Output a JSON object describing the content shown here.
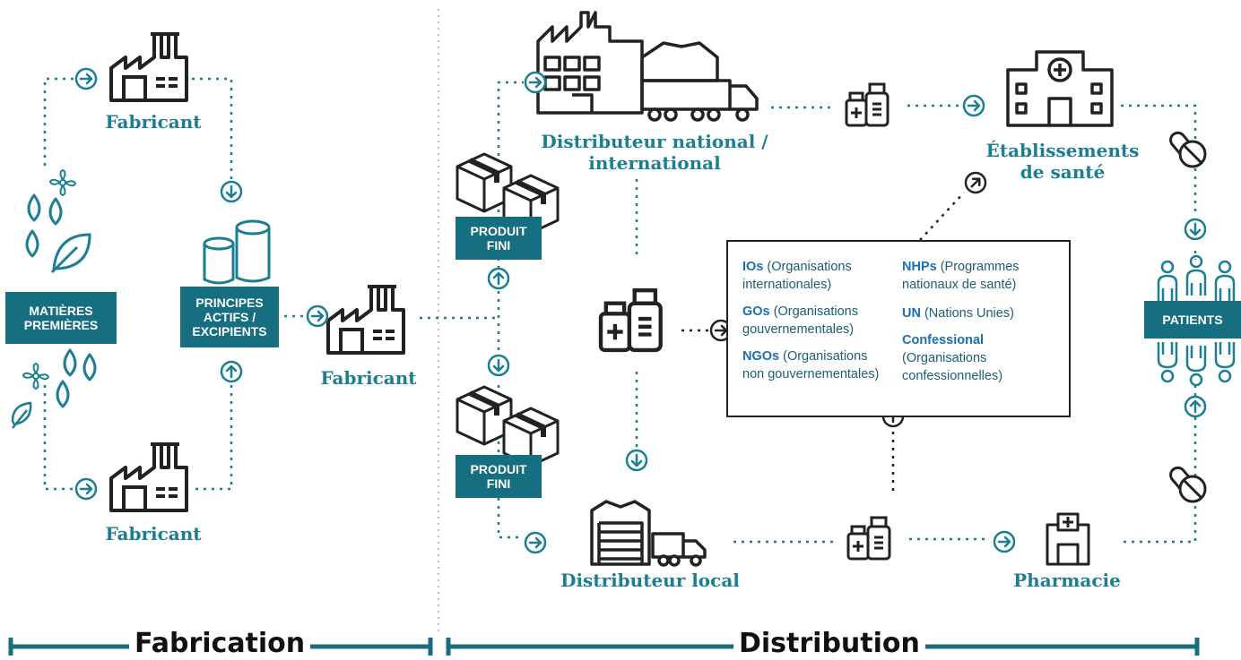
{
  "colors": {
    "teal": "#1b7e91",
    "dark_teal": "#166f80",
    "dot_line": "#1b7e91",
    "divider": "#bbbbbb",
    "org_abbr": "#1a6fb0"
  },
  "nodes": {
    "fabricant_top": "Fabricant",
    "fabricant_mid": "Fabricant",
    "fabricant_bottom": "Fabricant",
    "distributeur_national_1": "Distributeur national /",
    "distributeur_national_2": "international",
    "etablissements_1": "Établissements",
    "etablissements_2": "de santé",
    "distributeur_local": "Distributeur local",
    "pharmacie": "Pharmacie"
  },
  "boxes": {
    "matieres_1": "MATIÈRES",
    "matieres_2": "PREMIÈRES",
    "principes_1": "PRINCIPES",
    "principes_2": "ACTIFS /",
    "principes_3": "EXCIPIENTS",
    "produit_fini_top_1": "PRODUIT",
    "produit_fini_top_2": "FINI",
    "produit_fini_bottom_1": "PRODUIT",
    "produit_fini_bottom_2": "FINI",
    "patients": "PATIENTS"
  },
  "organizations": [
    {
      "abbr": "IOs",
      "desc_1": " (Organisations",
      "desc_2": "internationales)"
    },
    {
      "abbr": "GOs",
      "desc_1": " (Organisations",
      "desc_2": "gouvernementales)"
    },
    {
      "abbr": "NGOs",
      "desc_1": " (Organisations",
      "desc_2": "non gouvernementales)"
    },
    {
      "abbr": "NHPs",
      "desc_1": " (Programmes",
      "desc_2": "nationaux de santé)"
    },
    {
      "abbr": "UN",
      "desc_1": " (Nations Unies)",
      "desc_2": ""
    },
    {
      "abbr": "Confessional",
      "desc_1": "",
      "desc_2": "(Organisations",
      "desc_3": "confessionnelles)"
    }
  ],
  "sections": {
    "fabrication": "Fabrication",
    "distribution": "Distribution"
  },
  "icons": [
    "factory-icon",
    "flower-icon",
    "water-drop-icon",
    "leaf-icon",
    "barrel-icon",
    "box-icon",
    "warehouse-truck-icon",
    "medicine-bottles-icon",
    "hospital-icon",
    "pills-icon",
    "patients-icon",
    "pharmacy-icon",
    "arrow-circle-icon"
  ]
}
